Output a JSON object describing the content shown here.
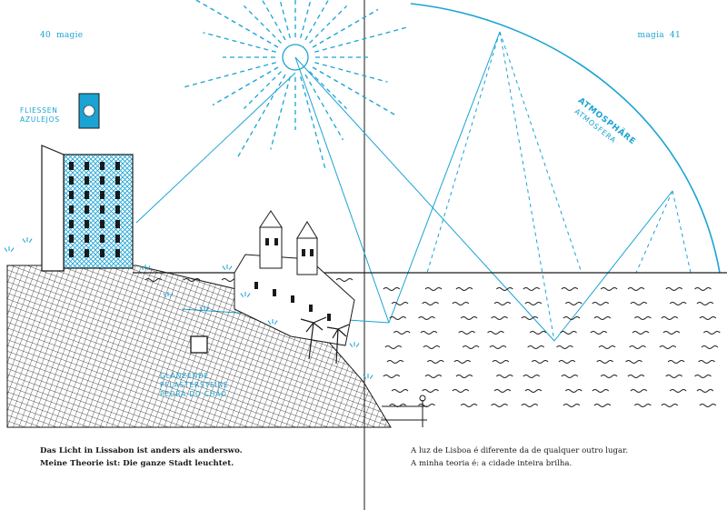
{
  "left_page": {
    "folio_number": "40",
    "folio_title": "magie",
    "caption_line1": "Das Licht in Lissabon ist anders als anderswo.",
    "caption_line2": "Meine Theorie ist: Die ganze Stadt leuchtet."
  },
  "right_page": {
    "folio_title": "magia",
    "folio_number": "41",
    "caption_line1": "A luz de Lisboa é diferente da de qualquer outro lugar.",
    "caption_line2": "A minha teoria é: a cidade inteira brilha."
  },
  "annotations": {
    "tiles_de": "FLIESSEN",
    "tiles_pt": "AZULEJOS",
    "floor_de_1": "GLÄNZENDE",
    "floor_de_2": "PFLASTERSTEINE",
    "floor_pt": "PEDRA DO CHÃO",
    "atmosphere_de": "ATMOSPHÄRE",
    "atmosphere_pt": "ATMOSFERA"
  },
  "colors": {
    "ink": "#1a1a1a",
    "accent_blue": "#1aa3d4"
  }
}
